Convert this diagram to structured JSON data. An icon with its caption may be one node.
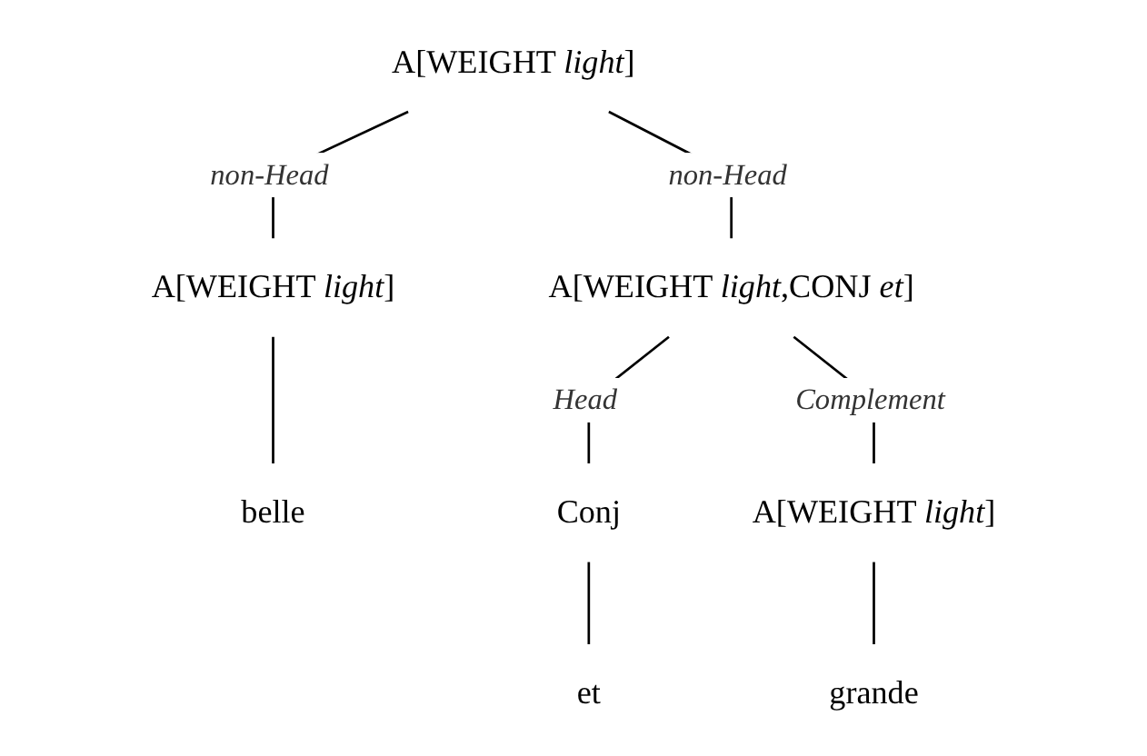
{
  "diagram": {
    "nodes": [
      {
        "text": [
          "A[WEIGHT *light*]"
        ]
      },
      {
        "text": [
          "A[WEIGHT *light*]"
        ]
      },
      {
        "text": [
          "A[WEIGHT *light*,CONJ *et*]"
        ]
      },
      {
        "text": [
          "belle"
        ]
      },
      {
        "text": [
          "Conj"
        ]
      },
      {
        "text": [
          "A[WEIGHT *light*]"
        ]
      },
      {
        "text": [
          "et"
        ]
      },
      {
        "text": [
          "grande"
        ]
      }
    ],
    "edges": [
      {
        "from": 0,
        "to": 1,
        "arrow": "none",
        "label": "non-Head"
      },
      {
        "from": 0,
        "to": 2,
        "arrow": "none",
        "label": "non-Head"
      },
      {
        "from": 1,
        "to": 3,
        "arrow": "none"
      },
      {
        "from": 2,
        "to": 4,
        "arrow": "none",
        "label": "Head"
      },
      {
        "from": 2,
        "to": 5,
        "arrow": "none",
        "label": "Complement"
      },
      {
        "from": 4,
        "to": 6,
        "arrow": "none"
      },
      {
        "from": 5,
        "to": 7,
        "arrow": "none"
      }
    ]
  }
}
